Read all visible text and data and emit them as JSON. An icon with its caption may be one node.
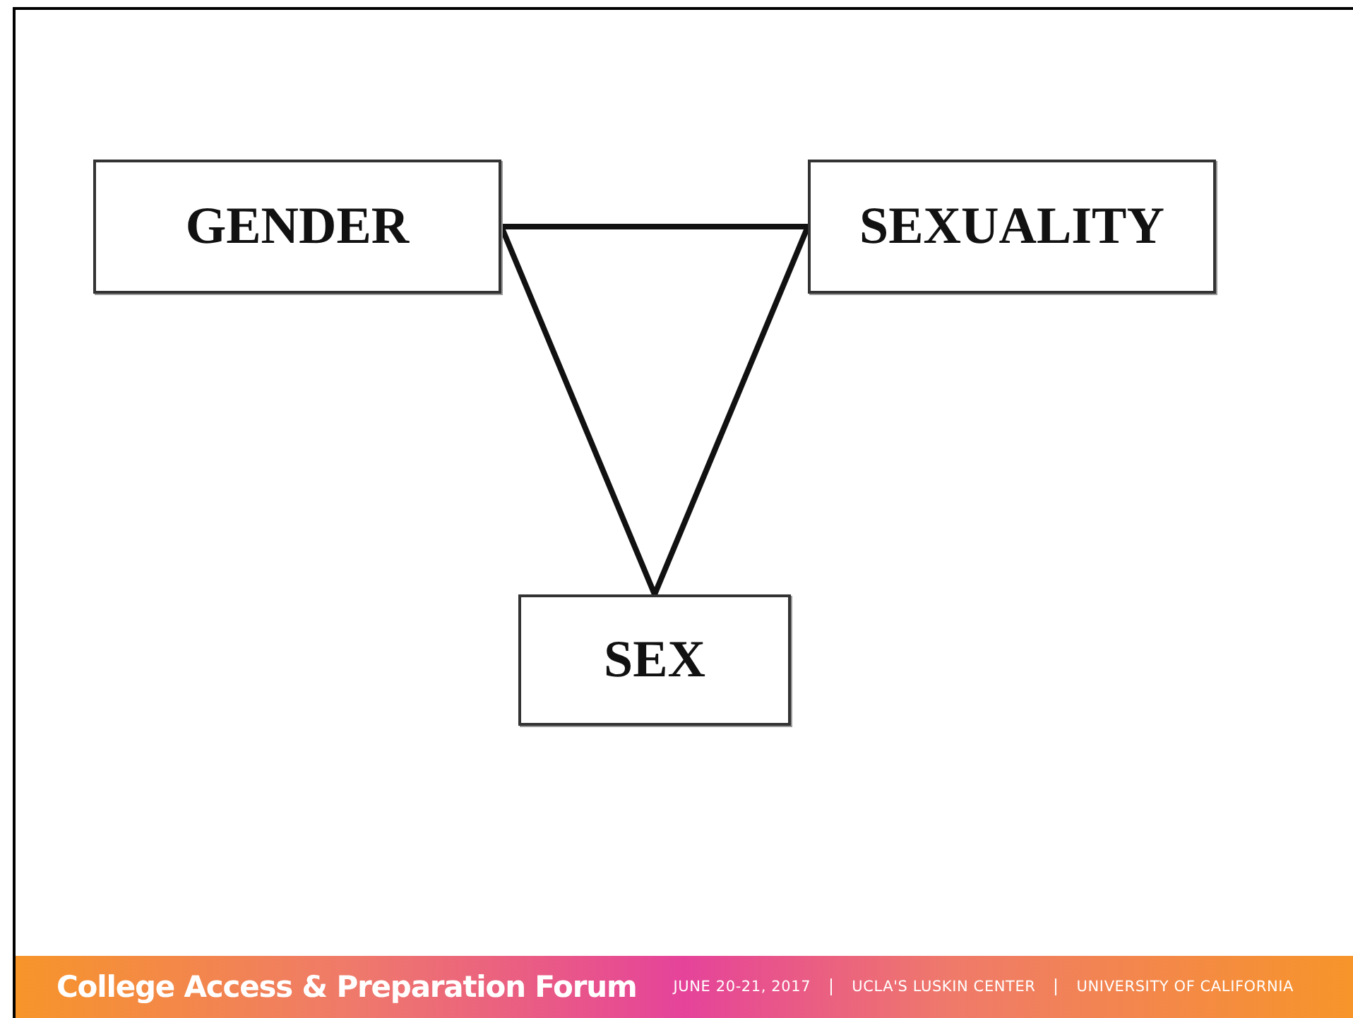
{
  "diagram": {
    "nodes": [
      {
        "text": [
          "GENDER"
        ]
      },
      {
        "text": [
          "SEXUALITY"
        ]
      },
      {
        "text": [
          "SEX"
        ]
      }
    ],
    "edges": [
      {
        "from": 0,
        "to": 1,
        "arrow": "none"
      },
      {
        "from": 0,
        "to": 2,
        "arrow": "none"
      },
      {
        "from": 1,
        "to": 2,
        "arrow": "none"
      }
    ],
    "labels": [
      "College Access & Preparation Forum",
      "JUNE 20-21, 2017",
      "UCLA'S LUSKIN CENTER",
      "UNIVERSITY OF CALIFORNIA"
    ]
  }
}
